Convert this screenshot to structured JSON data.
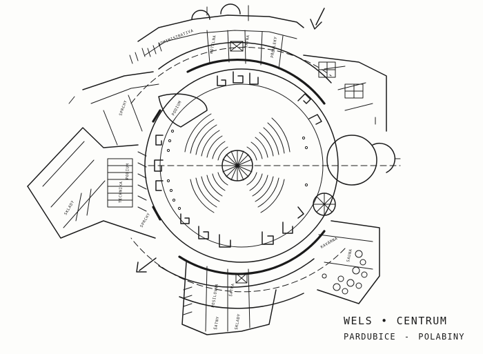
{
  "title_block": {
    "line1_name": "WELS",
    "line1_separator": "•",
    "line1_word": "CENTRUM",
    "line2_city": "PARDUBICE",
    "line2_separator": "-",
    "line2_district": "POLABINY"
  },
  "room_labels": {
    "administrace": "ADMINISTRATIVA",
    "kotelna": "KOTELNA",
    "satna_1": "ŠATNA",
    "satna_2": "ŠATNA",
    "prevleky": "PŘEVLEKY",
    "podium_north": "PODIUM",
    "sprchy": "SPRCHY",
    "technika": "TECHNIKA",
    "sklady_1": "SKLADY",
    "sklady_2": "SKLADY",
    "podium_west": "PODIUM",
    "kavarna": "KAVÁRNA",
    "posilovna": "POSILOVNA",
    "sauna": "SAUNA",
    "satny": "ŠATNY",
    "sprchy_2": "SPRCHY"
  },
  "colors": {
    "ink": "#1a1a1a",
    "paper": "#fdfdfb"
  },
  "icons": {
    "entrance_arrow": "north-entrance-arrow-icon",
    "exit_arrow": "south-west-exit-arrow-icon"
  }
}
